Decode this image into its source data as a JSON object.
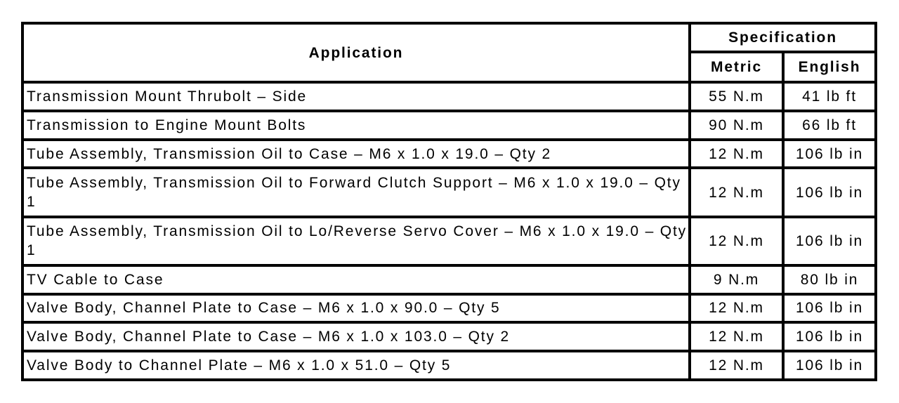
{
  "colors": {
    "border": "#000000",
    "background": "#ffffff",
    "text": "#000000"
  },
  "table": {
    "columns": {
      "application": "Application",
      "specification": "Specification",
      "metric": "Metric",
      "english": "English"
    },
    "rows": [
      {
        "application": "Transmission Mount Thrubolt – Side",
        "metric": "55 N.m",
        "english": "41 lb ft"
      },
      {
        "application": "Transmission to Engine Mount Bolts",
        "metric": "90 N.m",
        "english": "66 lb ft"
      },
      {
        "application": "Tube Assembly, Transmission Oil to Case – M6 x 1.0 x 19.0 – Qty 2",
        "metric": "12 N.m",
        "english": "106 lb in"
      },
      {
        "application": "Tube Assembly, Transmission Oil to Forward Clutch Support – M6 x 1.0 x 19.0 – Qty 1",
        "metric": "12 N.m",
        "english": "106 lb in"
      },
      {
        "application": "Tube Assembly, Transmission Oil to Lo/Reverse Servo Cover – M6 x 1.0 x 19.0 – Qty 1",
        "metric": "12 N.m",
        "english": "106 lb in"
      },
      {
        "application": "TV Cable to Case",
        "metric": "9 N.m",
        "english": "80 lb in"
      },
      {
        "application": "Valve Body, Channel Plate to Case – M6 x 1.0 x 90.0 – Qty 5",
        "metric": "12 N.m",
        "english": "106 lb in"
      },
      {
        "application": "Valve Body, Channel Plate to Case – M6 x 1.0 x 103.0 – Qty 2",
        "metric": "12 N.m",
        "english": "106 lb in"
      },
      {
        "application": "Valve Body to Channel Plate – M6 x 1.0 x 51.0 – Qty 5",
        "metric": "12 N.m",
        "english": "106 lb in"
      }
    ]
  }
}
